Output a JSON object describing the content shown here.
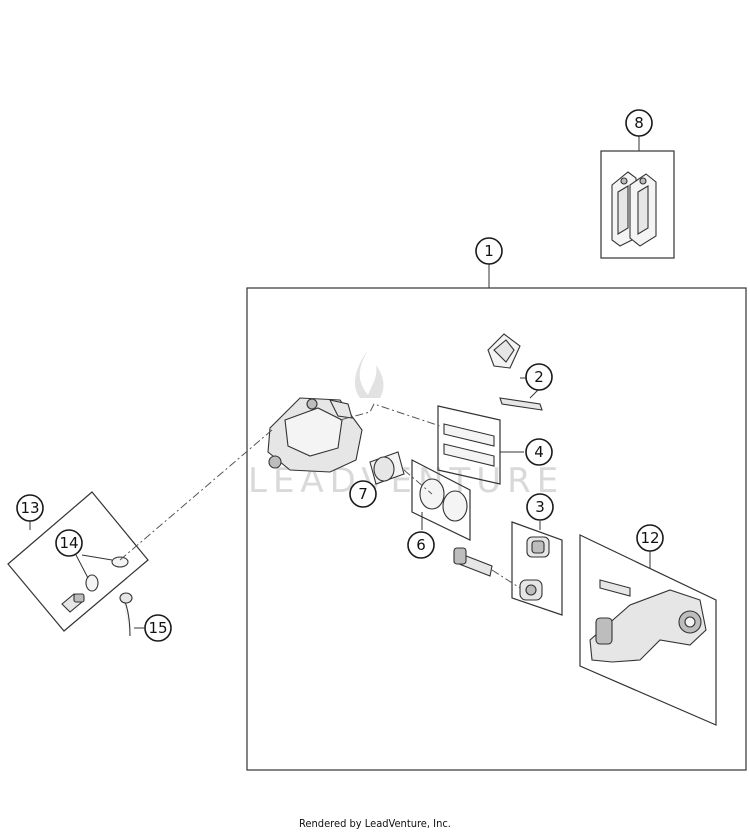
{
  "callouts": [
    "1",
    "2",
    "3",
    "4",
    "6",
    "7",
    "8",
    "12",
    "13",
    "14",
    "15"
  ],
  "watermark": "LEADVENTURE",
  "footer": "Rendered by LeadVenture, Inc."
}
